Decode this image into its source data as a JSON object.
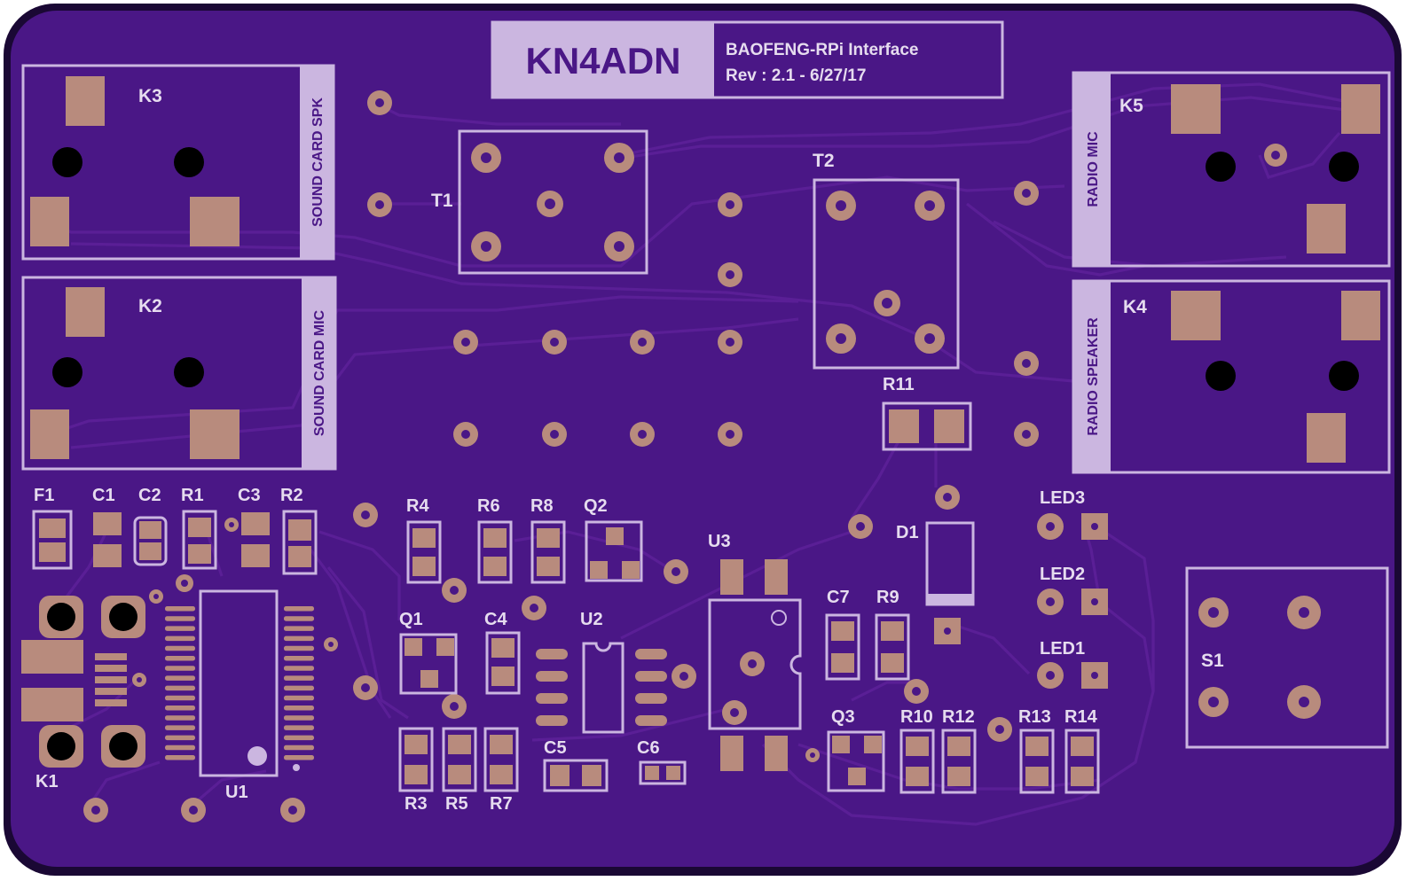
{
  "board": {
    "callsign": "KN4ADN",
    "title": "BAOFENG-RPi Interface",
    "revision": "Rev : 2.1 - 6/27/17",
    "colors": {
      "substrate": "#4a1786",
      "edge": "#1a0834",
      "silkscreen": "#cbb6e0",
      "copper": "#b88b7d",
      "trace": "#5a1f96"
    }
  },
  "connectors": {
    "k3": {
      "ref": "K3",
      "label": "SOUND CARD SPK"
    },
    "k2": {
      "ref": "K2",
      "label": "SOUND CARD MIC"
    },
    "k5": {
      "ref": "K5",
      "label": "RADIO MIC"
    },
    "k4": {
      "ref": "K4",
      "label": "RADIO SPEAKER"
    },
    "k1": {
      "ref": "K1"
    }
  },
  "transformers": {
    "t1": "T1",
    "t2": "T2"
  },
  "refs": {
    "f1": "F1",
    "c1": "C1",
    "c2": "C2",
    "r1": "R1",
    "c3": "C3",
    "r2": "R2",
    "r4": "R4",
    "r6": "R6",
    "r8": "R8",
    "q2": "Q2",
    "u3": "U3",
    "q1": "Q1",
    "c4": "C4",
    "u2": "U2",
    "c7": "C7",
    "r9": "R9",
    "r3": "R3",
    "r5": "R5",
    "r7": "R7",
    "c5": "C5",
    "c6": "C6",
    "q3": "Q3",
    "r10": "R10",
    "r12": "R12",
    "r13": "R13",
    "r14": "R14",
    "u1": "U1",
    "r11": "R11",
    "d1": "D1",
    "led3": "LED3",
    "led2": "LED2",
    "led1": "LED1",
    "s1": "S1"
  }
}
